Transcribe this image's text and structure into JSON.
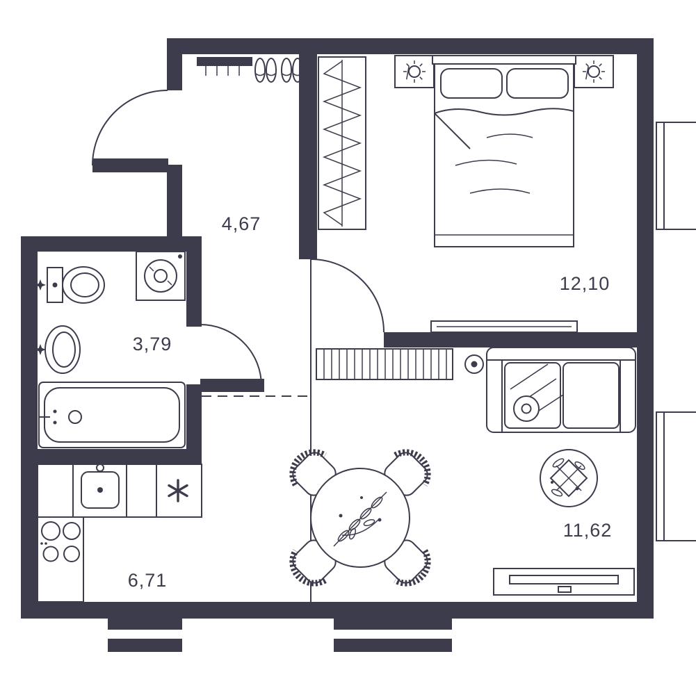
{
  "plan": {
    "background": "#ffffff",
    "wall_color": "#3c3c4d",
    "rooms": [
      {
        "name": "hallway",
        "area_label": "4,67"
      },
      {
        "name": "bathroom",
        "area_label": "3,79"
      },
      {
        "name": "bedroom",
        "area_label": "12,10"
      },
      {
        "name": "living-room",
        "area_label": "11,62"
      },
      {
        "name": "kitchen",
        "area_label": "6,71"
      }
    ],
    "icons": [
      "entrance-door-arc",
      "coat-rack",
      "shoes",
      "wardrobe",
      "double-bed",
      "pillow",
      "nightstand",
      "table-lamp",
      "dresser",
      "window",
      "shelving",
      "ceiling-lamp",
      "sofa",
      "throw-pillow",
      "plant-table",
      "tv-stand",
      "dining-table",
      "chair",
      "toilet",
      "washing-machine",
      "sink",
      "bathtub",
      "faucet",
      "kitchen-counter",
      "kitchen-sink",
      "ventilation-asterisk",
      "stove"
    ]
  }
}
